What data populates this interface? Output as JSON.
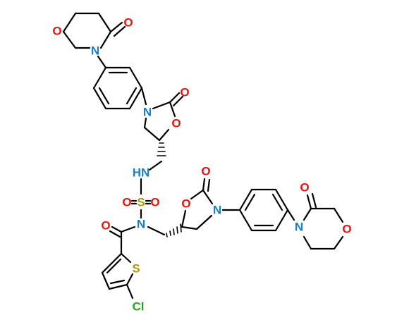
{
  "colors": {
    "bond": "#000000",
    "O": "#e8120f",
    "N": "#1c7fbf",
    "S": "#a89b00",
    "Cl": "#23a61a"
  },
  "labels": {
    "o_morph1_ring": "O",
    "o_morph1_keto": "O",
    "n_morph1": "N",
    "n_oxaz1": "N",
    "o_oxaz1_keto": "O",
    "o_oxaz1_ring": "O",
    "nh_sulfamide": "HN",
    "s_sulfonyl": "S",
    "o_sulfonyl_left": "O",
    "o_sulfonyl_right": "O",
    "n_sulfamide": "N",
    "o_amide": "O",
    "s_thiophene": "S",
    "cl": "Cl",
    "o_oxaz2_keto": "O",
    "o_oxaz2_ring": "O",
    "n_oxaz2": "N",
    "n_morph2": "N",
    "o_morph2_keto": "O",
    "o_morph2_ring": "O"
  }
}
